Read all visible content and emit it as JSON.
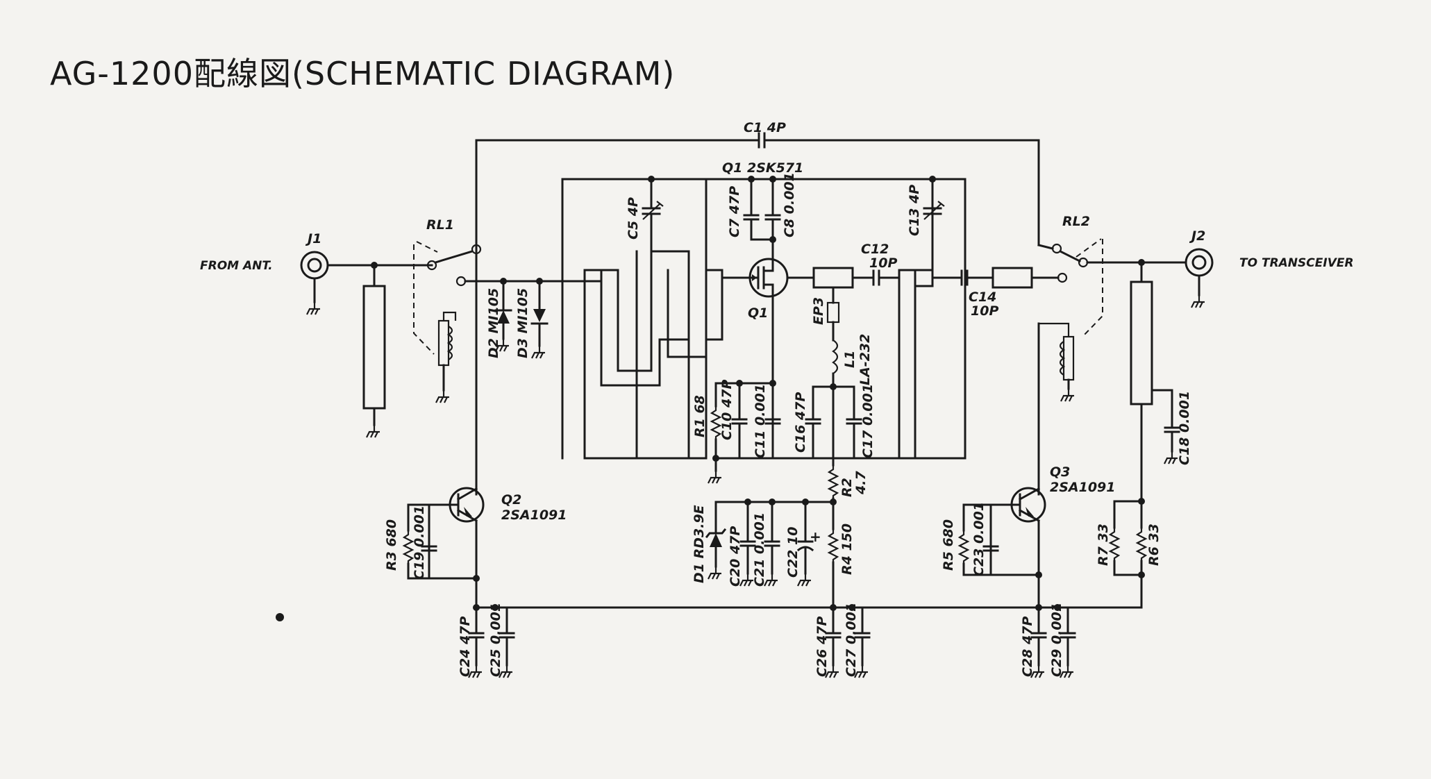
{
  "title": "AG-1200配線図(SCHEMATIC DIAGRAM)",
  "io": {
    "input": "FROM ANT.",
    "output": "TO TRANSCEIVER"
  },
  "connectors": {
    "j1": "J1",
    "j2": "J2"
  },
  "relays": {
    "rl1": "RL1",
    "rl2": "RL2"
  },
  "transistors": {
    "q1": "Q1 2SK571",
    "q1_ref": "Q1",
    "q2": "Q2",
    "q2_part": "2SA1091",
    "q3": "Q3",
    "q3_part": "2SA1091"
  },
  "components": {
    "c1": "C1 4P",
    "c5": "C5 4P",
    "c7": "C7 47P",
    "c8": "C8 0.001",
    "c13": "C13 4P",
    "c12": "C12",
    "c12_val": "10P",
    "c14": "C14",
    "c14_val": "10P",
    "d2": "D2 MI105",
    "d3": "D3 MI105",
    "ep3": "EP3",
    "l1": "L1",
    "l1_val": "LA-232",
    "r1": "R1 68",
    "c10": "C10 47P",
    "c11": "C11 0.001",
    "c16": "C16 47P",
    "c17": "C17 0.001",
    "r2": "R2",
    "r2_val": "4.7",
    "d1": "D1 RD3.9E",
    "c20": "C20 47P",
    "c21": "C21 0.001",
    "c22": "C22 10",
    "r4": "R4 150",
    "r3": "R3 680",
    "c19": "C19 0.001",
    "r5": "R5 680",
    "c23": "C23 0.001",
    "r7": "R7 33",
    "r6": "R6 33",
    "c18": "C18 0.001",
    "c24": "C24 47P",
    "c25": "C25 0.001",
    "c26": "C26 47P",
    "c27": "C27 0.001",
    "c28": "C28 47P",
    "c29": "C29 0.001"
  }
}
